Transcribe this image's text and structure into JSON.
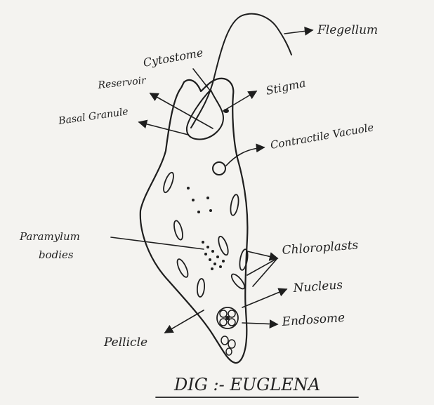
{
  "labels": {
    "flagellum": "Flegellum",
    "cytostome": "Cytostome",
    "reservoir": "Reservoir",
    "stigma": "Stigma",
    "basal_granule": "Basal Granule",
    "contractile_vacuole": "Contractile Vacuole",
    "paramylum_line1": "Paramylum",
    "paramylum_line2": "bodies",
    "chloroplasts": "Chloroplasts",
    "nucleus": "Nucleus",
    "endosome": "Endosome",
    "pellicle": "Pellicle"
  },
  "caption": "DIG :- EUGLENA",
  "colors": {
    "ink": "#1e1e1e",
    "paper": "#f4f3f0",
    "body_fill": "#ebe9e4"
  }
}
